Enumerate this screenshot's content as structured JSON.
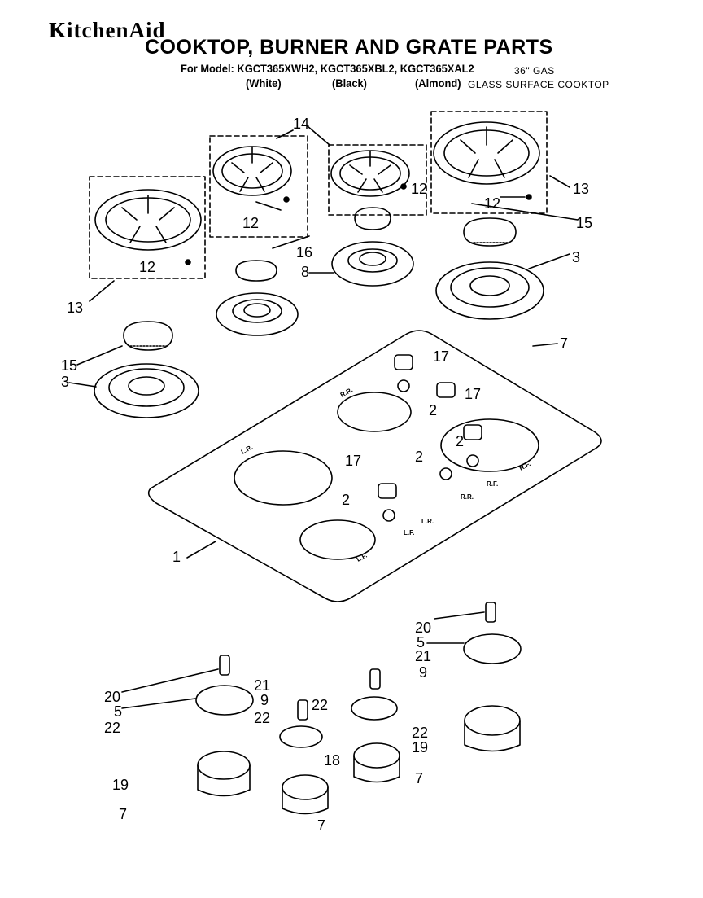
{
  "header": {
    "brand": "KitchenAid",
    "title": "COOKTOP, BURNER AND GRATE PARTS",
    "models_label": "For Model: KGCT365XWH2, KGCT365XBL2, KGCT365XAL2",
    "variants": [
      "(White)",
      "(Black)",
      "(Almond)"
    ],
    "description_line1": "36\" GAS",
    "description_line2": "GLASS SURFACE COOKTOP"
  },
  "diagram": {
    "callouts": {
      "c14": "14",
      "c13a": "13",
      "c13b": "13",
      "c12a": "12",
      "c12b": "12",
      "c12c": "12",
      "c12d": "12",
      "c16": "16",
      "c8": "8",
      "c15a": "15",
      "c15b": "15",
      "c3a": "3",
      "c3b": "3",
      "c7a": "7",
      "c17a": "17",
      "c17b": "17",
      "c17c": "17",
      "c2a": "2",
      "c2b": "2",
      "c2c": "2",
      "c2d": "2",
      "c1": "1",
      "c20a": "20",
      "c5a": "5",
      "c21a": "21",
      "c9a": "9",
      "c20b": "20",
      "c5b": "5",
      "c22a": "22",
      "c21b": "21",
      "c9b": "9",
      "c22b": "22",
      "c22c": "22",
      "c18": "18",
      "c22d": "22",
      "c19a": "19",
      "c19b": "19",
      "c7b": "7",
      "c7c": "7",
      "c7d": "7"
    },
    "burner_labels": {
      "lr": "L.R.",
      "rr": "R.R.",
      "lf": "L.F.",
      "rf": "R.F."
    },
    "valve_labels": {
      "lr": "L.R.",
      "rr": "R.R.",
      "lf": "L.F.",
      "rf": "R.F."
    }
  }
}
